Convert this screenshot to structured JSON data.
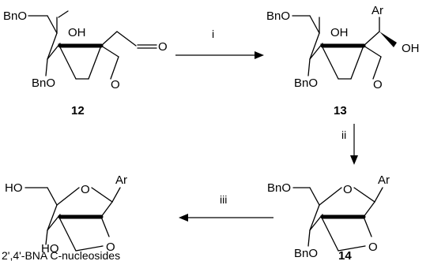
{
  "compounds": {
    "c12": {
      "number": "12",
      "bno_top": "BnO",
      "oh": "OH",
      "o_ring": "O",
      "bno_bottom": "BnO",
      "o_aldehyde": "O"
    },
    "c13": {
      "number": "13",
      "bno_top": "BnO",
      "oh": "OH",
      "ar": "Ar",
      "oh2": "OH",
      "o_ring": "O",
      "bno_bottom": "BnO"
    },
    "c14": {
      "number": "14",
      "bno_top": "BnO",
      "o_furanose": "O",
      "ar": "Ar",
      "o_ring": "O",
      "bno_bottom": "BnO"
    },
    "product": {
      "ho_top": "HO",
      "o_furanose": "O",
      "ar": "Ar",
      "ho_bottom": "HO",
      "o_ring": "O",
      "caption": "2',4'-BNA C-nucleosides"
    }
  },
  "steps": {
    "s1": "i",
    "s2": "ii",
    "s3": "iii"
  },
  "colors": {
    "ink": "#000000",
    "background": "#ffffff"
  }
}
